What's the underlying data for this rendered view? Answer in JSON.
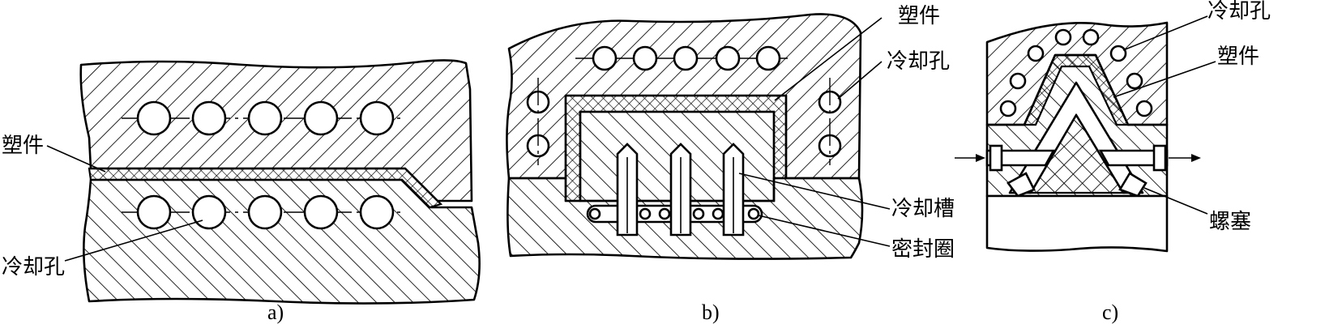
{
  "panels": [
    {
      "id": "a",
      "caption": "a)",
      "labels": {
        "part": "塑件",
        "cooling_hole": "冷却孔"
      }
    },
    {
      "id": "b",
      "caption": "b)",
      "labels": {
        "part": "塑件",
        "cooling_hole": "冷却孔",
        "cooling_groove": "冷却槽",
        "seal_ring": "密封圈"
      }
    },
    {
      "id": "c",
      "caption": "c)",
      "labels": {
        "cooling_hole": "冷却孔",
        "part": "塑件",
        "plug": "螺塞"
      }
    }
  ]
}
